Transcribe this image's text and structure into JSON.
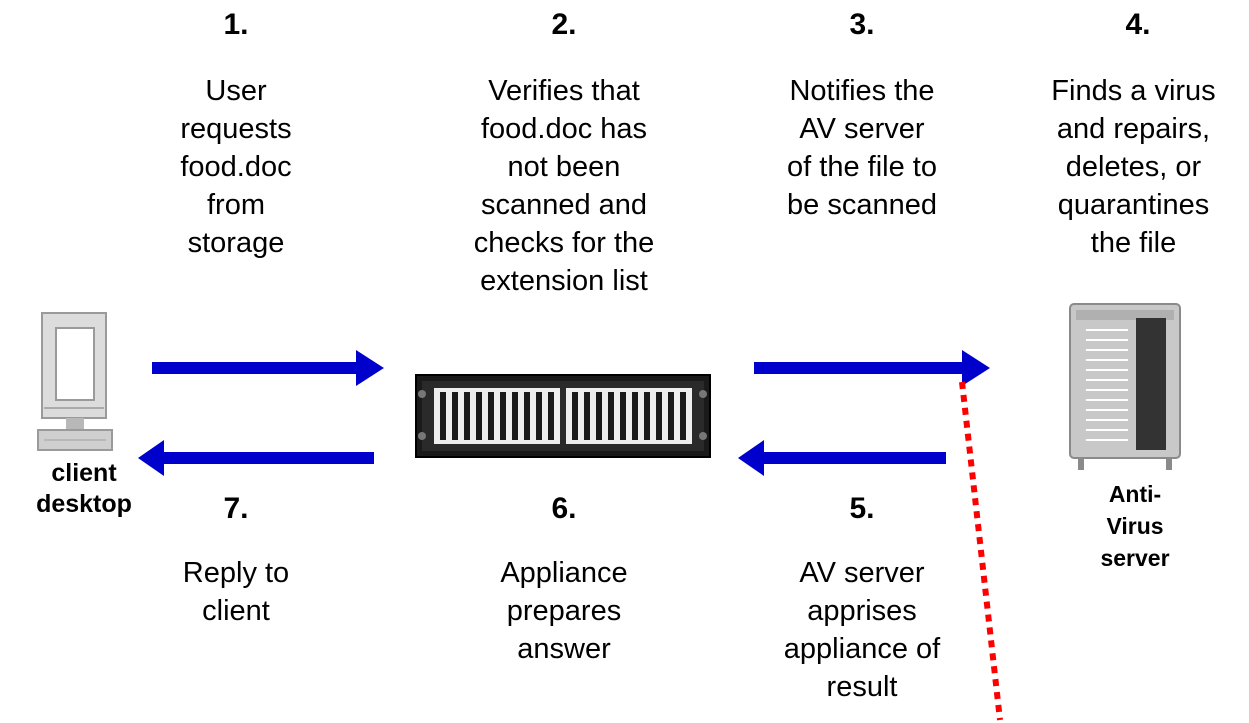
{
  "steps": [
    {
      "number": "1.",
      "text": "User\nrequests\nfood.doc\nfrom\nstorage"
    },
    {
      "number": "2.",
      "text": "Verifies that\nfood.doc has\nnot been\nscanned and\nchecks for the\nextension list"
    },
    {
      "number": "3.",
      "text": "Notifies the\nAV server\nof the file to\nbe scanned"
    },
    {
      "number": "4.",
      "text": "Finds a virus\nand repairs,\ndeletes, or\nquarantines\nthe file"
    },
    {
      "number": "5.",
      "text": "AV server\napprises\nappliance of\nresult"
    },
    {
      "number": "6.",
      "text": "Appliance\nprepares\nanswer"
    },
    {
      "number": "7.",
      "text": "Reply to\nclient"
    }
  ],
  "nodes": {
    "client": "client\ndesktop",
    "av_server": "Anti-\nVirus\nserver"
  },
  "colors": {
    "arrow": "#0000cc",
    "dotted_line": "#ff0000"
  }
}
